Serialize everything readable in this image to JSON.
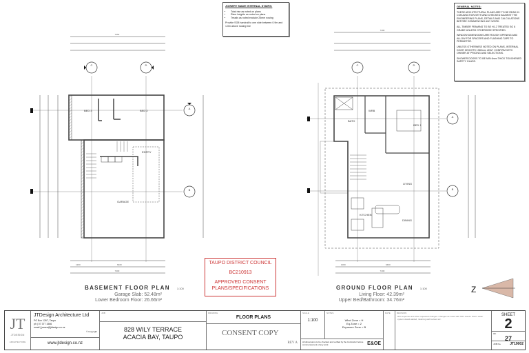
{
  "joinery_notes": {
    "title": "JOINERY MADE INTERNAL STAIRS:",
    "items": [
      "Total rise as noted on plans",
      "Riser heights as noted on plans",
      "Treads as noted exclude 25mm nosing"
    ],
    "footer": "Provide SG8 handrail to one side between 0.9m and 1.0m above nosing line"
  },
  "general_notes": {
    "title": "GENERAL NOTES:",
    "paragraphs": [
      "THESE ARCHITECTURAL PLANS ARE TO BE READ IN CONJUNCTION WITH AND CHECKED AGAINST THE ENGINEERING PLANS, DETAILS AND CALCULATIONS BEFORE COMMENCING ANY WORK.",
      "ALL TIMBER FRAMING TO BE H1.2 TREATED SG 8 GRADE UNLESS OTHERWISE SPECIFIED.",
      "WINDOW DIMENSIONS ARE ROUGH OPENING AND ALLOW FOR SPACERS AND FLASHING TAPE TO PERIMETER.",
      "UNLESS OTHERWISE NOTED ON PLANS, INTERNAL DOOR HEIGHTS 1980mm LEAF. CONFIRM WITH OWNER AT PRICING AND SELECTIONS.",
      "SHOWER DOORS TO BE MIN 6mm THICK TOUGHENED SAFETY GLASS."
    ]
  },
  "basement": {
    "title": "BASEMENT FLOOR PLAN",
    "scale": "1:100",
    "areas": [
      "Garage Slab: 52.48m²",
      "Lower Bedroom Floor: 26.66m²"
    ],
    "rooms": [
      "BED 3",
      "BED 2",
      "ENTRY",
      "GARAGE"
    ],
    "overall_dim": "7400",
    "top_dim": "7252",
    "bottom_dims": [
      "1200",
      "6400"
    ]
  },
  "ground": {
    "title": "GROUND FLOOR PLAN",
    "scale": "1:100",
    "areas": [
      "Living Floor: 42.39m²",
      "Upper Bed/Bathroom: 34.76m²"
    ],
    "rooms": [
      "BATH",
      "WRB",
      "BED 1",
      "LIVING",
      "KITCHEN",
      "DINING"
    ],
    "overall_dim": "7400",
    "top_dim": "7400",
    "bottom_dims": [
      "1000",
      "6400"
    ]
  },
  "section_markers": [
    "A",
    "B",
    "C",
    "D"
  ],
  "council_stamp": {
    "council": "TAUPO DISTRICT COUNCIL",
    "consent_no": "BC210913",
    "status": "APPROVED CONSENT PLANS/SPECIFICATIONS",
    "color": "#cc3333"
  },
  "title_block": {
    "logo_text": "JTDESIGN",
    "logo_sub": "ARCHITECTURE",
    "company": "JTDesign Architecture Ltd",
    "po_box": "PO Box 1267, Taupo",
    "phone": "ph | 07 377 1566",
    "email": "email | james@jtdesign.co.nz",
    "copyright": "© Copyright",
    "website": "www.jtdesign.co.nz",
    "address_line1": "828 WILY TERRACE",
    "address_line2": "ACACIA BAY, TAUPO",
    "drawing_label": "DRAWING",
    "drawing": "FLOOR PLANS",
    "consent": "CONSENT COPY",
    "rev": "REV A",
    "scale_label": "SCALE",
    "scale": "1:100",
    "notes_label": "NOTES",
    "wind_zone": "Wind Zone = H",
    "eq_zone": "Eq Zone = 2",
    "exposure_zone": "Exposure Zone = B",
    "disclaimer": "All dimensions to be checked and verified by the Contractor before commencement of any work",
    "eoe": "E&OE",
    "date_label": "DATE",
    "revision_label": "REVISION",
    "revision_text": "RFI response and other requested changes. Changes as noted with 'RFI' clouds. Storm water system details added, retaining wall revised etc.",
    "sheet_label": "SHEET",
    "sheet": "2",
    "of_label": "OF",
    "total_sheets": "27",
    "job_label": "JOB No.",
    "job_no": "JT19002"
  }
}
